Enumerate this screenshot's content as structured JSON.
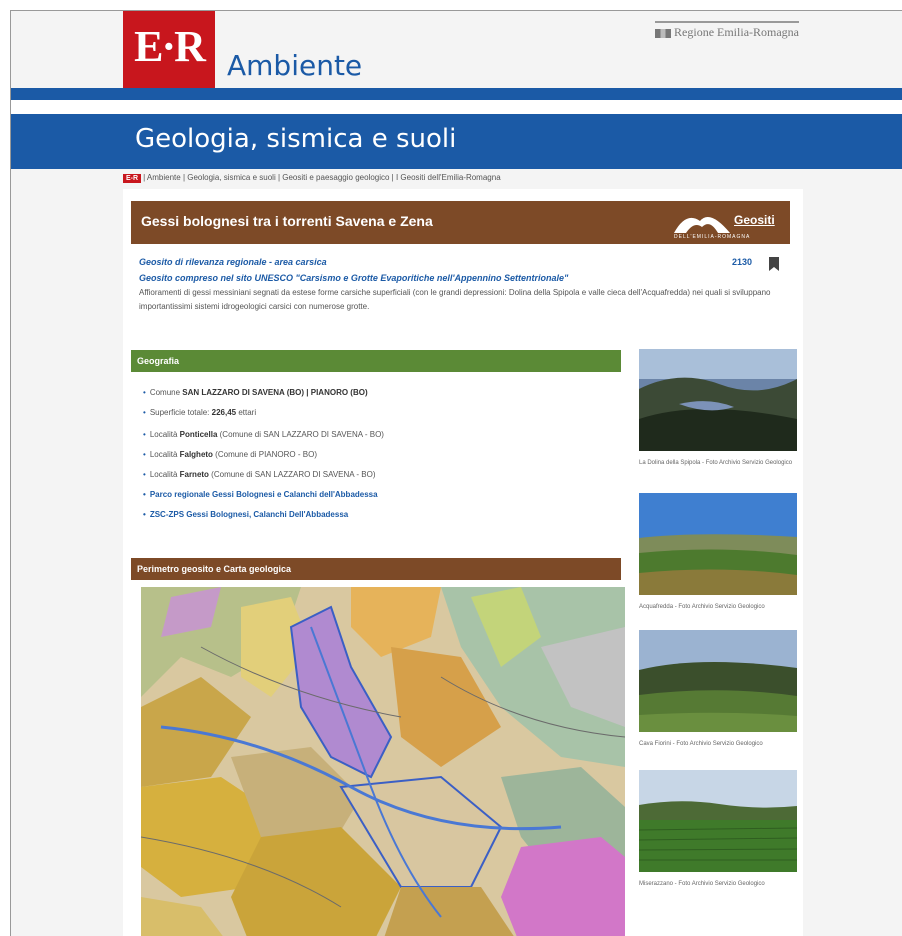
{
  "header": {
    "logo": "E·R",
    "section": "Ambiente",
    "regione": "Regione Emilia-Romagna",
    "page_title": "Geologia, sismica e suoli"
  },
  "breadcrumb": {
    "badge": "E-R",
    "path": "| Ambiente | Geologia, sismica e suoli | Geositi e paesaggio geologico | I Geositi dell'Emilia-Romagna"
  },
  "geosito": {
    "title": "Gessi bolognesi tra i torrenti Savena e Zena",
    "logo_word": "Geositi",
    "logo_sub": "DELL'EMILIA-ROMAGNA",
    "rilevanza": "Geosito di rilevanza regionale - area carsica",
    "counter": "2130",
    "unesco": "Geosito compreso nel sito UNESCO \"Carsismo e Grotte Evaporitiche nell'Appennino Settentrionale\"",
    "description": "Affioramenti di gessi messiniani segnati da estese forme carsiche superficiali (con le grandi depressioni: Dolina della Spipola e valle cieca dell'Acquafredda) nei quali si sviluppano importantissimi sistemi idrogeologici carsici con numerose grotte."
  },
  "geografia": {
    "heading": "Geografia",
    "items": [
      {
        "prefix": "Comune ",
        "bold": "SAN LAZZARO DI SAVENA (BO) | PIANORO (BO)",
        "suffix": ""
      },
      {
        "prefix": "Superficie totale: ",
        "bold": "226,45",
        "suffix": " ettari"
      },
      {
        "prefix": "Località ",
        "bold": "Ponticella",
        "suffix": " (Comune di SAN LAZZARO DI SAVENA - BO)"
      },
      {
        "prefix": "Località ",
        "bold": "Falgheto",
        "suffix": " (Comune di PIANORO - BO)"
      },
      {
        "prefix": "Località ",
        "bold": "Farneto",
        "suffix": " (Comune di SAN LAZZARO DI SAVENA - BO)"
      }
    ],
    "links": [
      "Parco regionale Gessi Bolognesi e Calanchi dell'Abbadessa",
      "ZSC-ZPS Gessi Bolognesi, Calanchi Dell'Abbadessa"
    ]
  },
  "perimetro": {
    "heading": "Perimetro geosito e Carta geologica"
  },
  "photos": [
    {
      "caption": "La Dolina della Spipola - Foto Archivio Servizio Geologico"
    },
    {
      "caption": "Acquafredda - Foto Archivio Servizio Geologico"
    },
    {
      "caption": "Cava Fiorini - Foto Archivio Servizio Geologico"
    },
    {
      "caption": "Miserazzano - Foto Archivio Servizio Geologico"
    }
  ],
  "colors": {
    "brand_blue": "#1b5aa6",
    "brand_red": "#c8161d",
    "brown": "#7d4a27",
    "green": "#5b8a36"
  }
}
